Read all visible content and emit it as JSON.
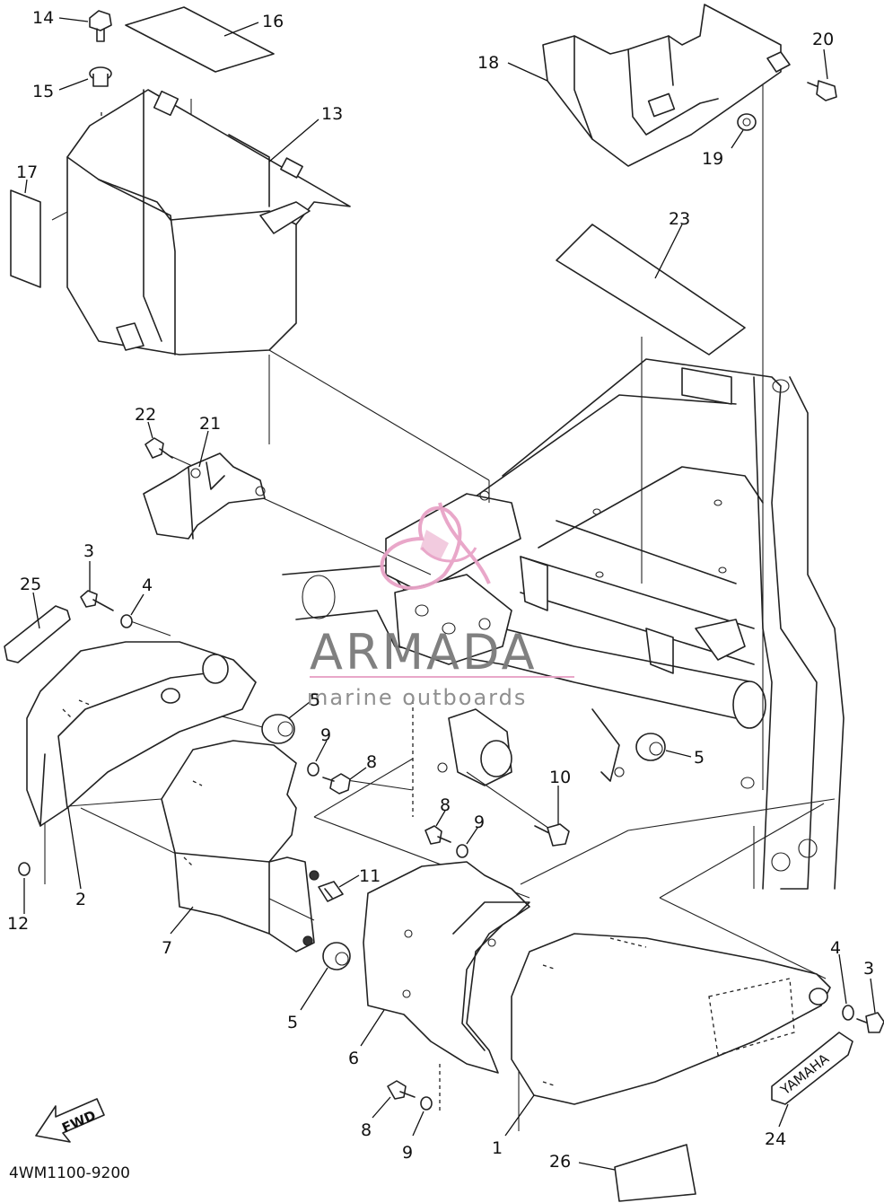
{
  "diagram": {
    "part_code": "4WM1100-9200",
    "forward_label": "FWD",
    "emblem_text": "YAMAHA",
    "watermark": {
      "title": "ARMADA",
      "subtitle": "marine outboards",
      "color_title": "#7a7a7a",
      "color_logo": "#e8a3c7"
    },
    "callouts": [
      "14",
      "16",
      "15",
      "13",
      "17",
      "18",
      "20",
      "19",
      "23",
      "22",
      "21",
      "3",
      "4",
      "25",
      "5",
      "9",
      "8",
      "10",
      "8",
      "9",
      "11",
      "2",
      "12",
      "7",
      "5",
      "6",
      "4",
      "3",
      "1",
      "24",
      "8",
      "9",
      "26",
      "5"
    ]
  }
}
